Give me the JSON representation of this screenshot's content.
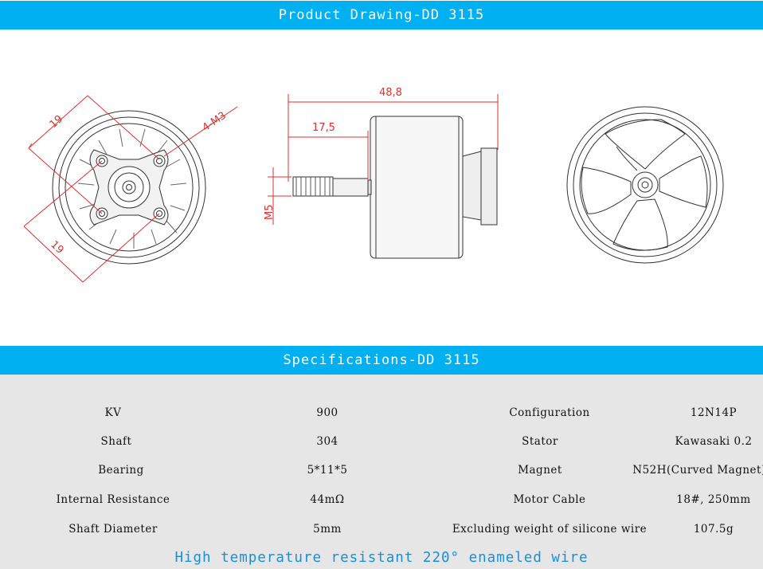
{
  "drawing": {
    "title": "Product Drawing-DD 3115",
    "dims": {
      "d19a": "19",
      "d19b": "19",
      "m3": "4-M3",
      "len": "48,8",
      "shaft": "17,5",
      "m5": "M5"
    }
  },
  "specs": {
    "title": "Specifications-DD 3115",
    "rows": [
      {
        "l1": "KV",
        "v1": "900",
        "l2": "Configuration",
        "v2": "12N14P"
      },
      {
        "l1": "Shaft",
        "v1": "304",
        "l2": "Stator",
        "v2": "Kawasaki 0.2"
      },
      {
        "l1": "Bearing",
        "v1": "5*11*5",
        "l2": "Magnet",
        "v2": "N52H(Curved Magnet)"
      },
      {
        "l1": "Internal Resistance",
        "v1": "44mΩ",
        "l2": "Motor Cable",
        "v2": "18#, 250mm"
      },
      {
        "l1": "Shaft Diameter",
        "v1": "5mm",
        "l2": "Excluding weight of silicone wire",
        "v2": "107.5g"
      }
    ],
    "note": "High temperature resistant 220°  enameled wire"
  },
  "colors": {
    "header_bar": "#00b0f0",
    "dimension": "#e0302f",
    "note": "#1a8fd8",
    "spec_bg": "#e6e6e6"
  }
}
